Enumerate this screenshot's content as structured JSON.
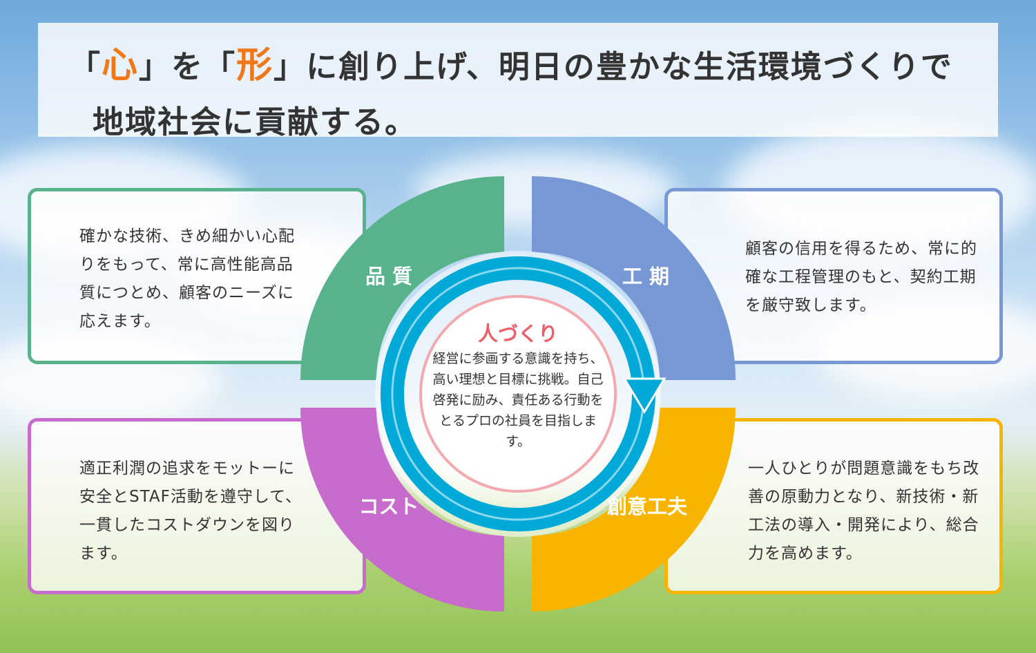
{
  "headline": {
    "line1": [
      "「",
      "心",
      "」を「",
      "形",
      "」に創り上げ、明日の豊かな生活環境づくりで"
    ],
    "line2": "地域社会に貢献する。"
  },
  "quadrants": {
    "quality": {
      "label": "品 質",
      "text": "確かな技術、きめ細かい心配りをもって、常に高性能高品質につとめ、顧客のニーズに応えます。",
      "color": "#58b28c"
    },
    "schedule": {
      "label": "工 期",
      "text": "顧客の信用を得るため、常に的確な工程管理のもと、契約工期を厳守致します。",
      "color": "#7798d4"
    },
    "cost": {
      "label": "コスト",
      "text": "適正利潤の追求をモットーに安全とSTAF活動を遵守して、一貫したコストダウンを図ります。",
      "color": "#c76bcd"
    },
    "ingenuity": {
      "label": "創意工夫",
      "text": "一人ひとりが問題意識をもち改善の原動力となり、新技術・新工法の導入・開発により、総合力を高めます。",
      "color": "#f7b400"
    }
  },
  "center": {
    "title": "人づくり",
    "text": "経営に参画する意識を持ち、高い理想と目標に挑戦。自己啓発に励み、責任ある行動をとるプロの社員を目指します。"
  },
  "colors": {
    "accent": "#f07818",
    "cycle": "#00a9d8",
    "center_title": "#ec5f69"
  }
}
